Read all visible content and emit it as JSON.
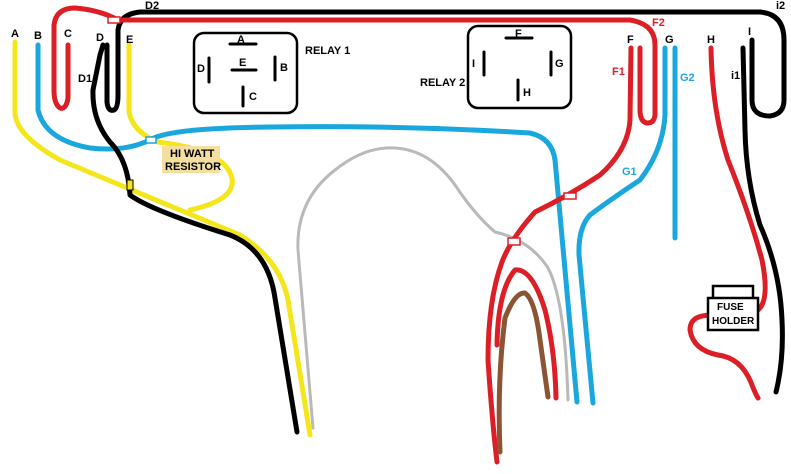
{
  "colors": {
    "black": "#000000",
    "red": "#dc1f26",
    "blue": "#1aa7dd",
    "yellow": "#f5e61b",
    "grey": "#b9b9b9",
    "brown": "#8b5535",
    "resistor_bg": "#f5dfa0"
  },
  "terminals": {
    "A": "A",
    "B": "B",
    "C": "C",
    "D": "D",
    "E": "E",
    "F": "F",
    "G": "G",
    "H": "H",
    "I": "I"
  },
  "wire_labels": {
    "D1": "D1",
    "D2": "D2",
    "F1": "F1",
    "F2": "F2",
    "G1": "G1",
    "G2": "G2",
    "i1": "i1",
    "i2": "i2"
  },
  "relay1": {
    "title": "RELAY 1",
    "pins": {
      "A": "A",
      "B": "B",
      "C": "C",
      "D": "D",
      "E": "E"
    }
  },
  "relay2": {
    "title": "RELAY 2",
    "pins": {
      "F": "F",
      "G": "G",
      "H": "H",
      "I": "I"
    }
  },
  "resistor": {
    "line1": "HI WATT",
    "line2": "RESISTOR"
  },
  "fuse_holder": {
    "line1": "FUSE",
    "line2": "HOLDER"
  }
}
